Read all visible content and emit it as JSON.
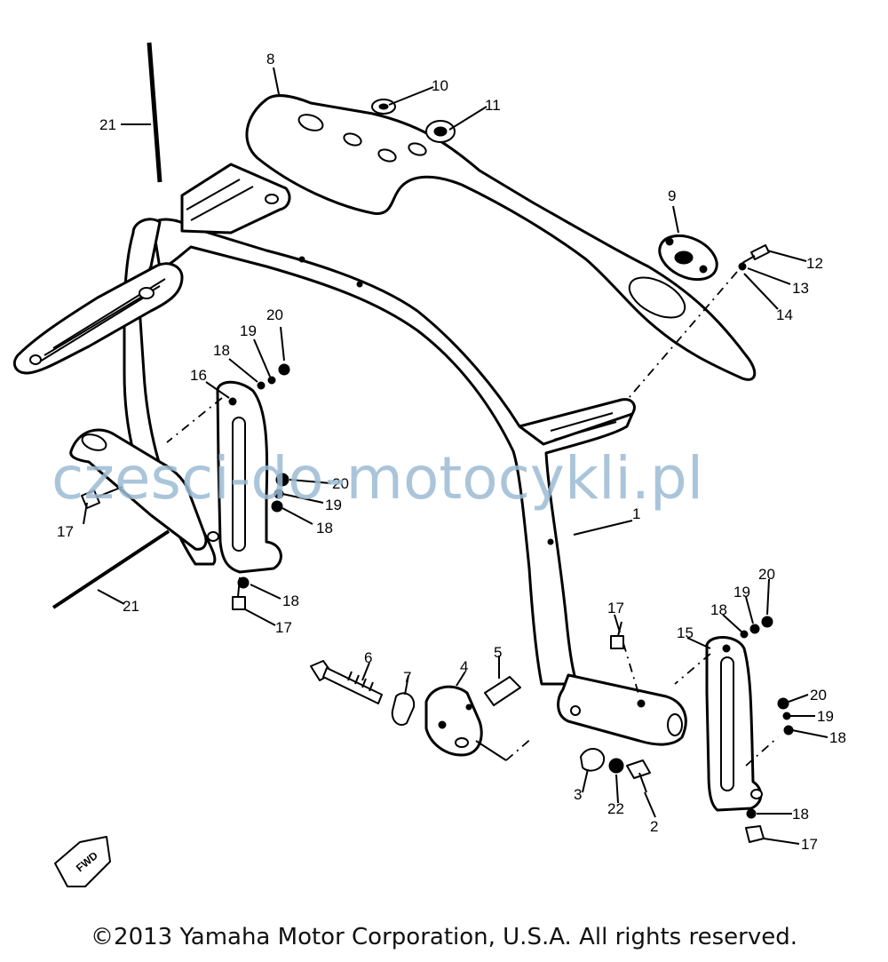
{
  "watermark": "czesci-do-motocykli.pl",
  "copyright": "©2013 Yamaha Motor Corporation, U.S.A. All rights reserved.",
  "direction_badge": "FWD",
  "callouts": {
    "c1": "1",
    "c2": "2",
    "c3": "3",
    "c4": "4",
    "c5": "5",
    "c6": "6",
    "c7": "7",
    "c8": "8",
    "c9": "9",
    "c10": "10",
    "c11": "11",
    "c12": "12",
    "c13": "13",
    "c14": "14",
    "c15": "15",
    "c16": "16",
    "c17a": "17",
    "c17b": "17",
    "c17c": "17",
    "c17d": "17",
    "c18a": "18",
    "c18b": "18",
    "c18c": "18",
    "c18d": "18",
    "c18e": "18",
    "c18f": "18",
    "c19a": "19",
    "c19b": "19",
    "c19c": "19",
    "c19d": "19",
    "c20a": "20",
    "c20b": "20",
    "c20c": "20",
    "c20d": "20",
    "c21a": "21",
    "c21b": "21",
    "c22": "22"
  }
}
